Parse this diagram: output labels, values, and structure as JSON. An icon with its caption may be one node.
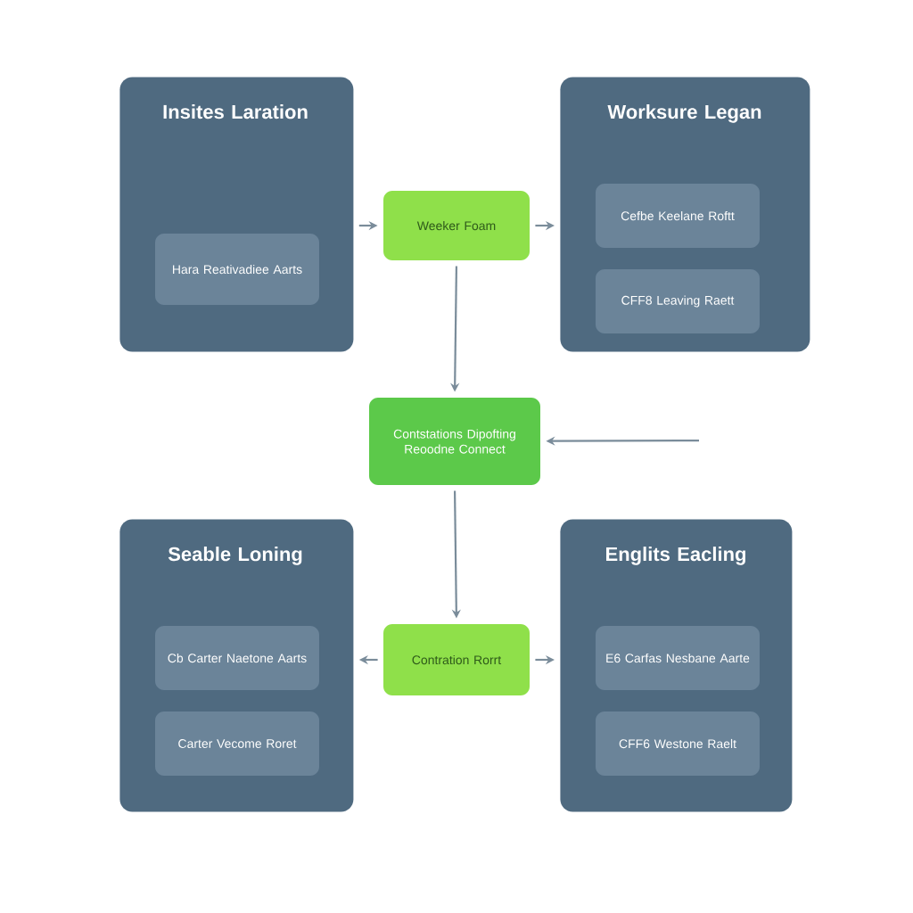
{
  "diagram": {
    "nodes": [
      {
        "text": [
          "Insites Laration"
        ]
      },
      {
        "text": [
          "Hara Reativadiee Aarts"
        ],
        "in": 0
      },
      {
        "text": [
          "Worksure Legan"
        ]
      },
      {
        "text": [
          "Cefbe Keelane Roftt"
        ],
        "in": 2
      },
      {
        "text": [
          "CFF8 Leaving Raett"
        ],
        "in": 2
      },
      {
        "text": [
          "Weeker Foam"
        ]
      },
      {
        "text": [
          "Contstations Dipofting Reoodne Connect"
        ]
      },
      {
        "text": [
          "Seable Loning"
        ]
      },
      {
        "text": [
          "Cb Carter Naetone Aarts"
        ],
        "in": 7
      },
      {
        "text": [
          "Carter Vecome Roret"
        ],
        "in": 7
      },
      {
        "text": [
          "Englits Eacling"
        ]
      },
      {
        "text": [
          "E6 Carfas Nesbane Aarte"
        ],
        "in": 10
      },
      {
        "text": [
          "CFF6 Westone Raelt"
        ],
        "in": 10
      },
      {
        "text": [
          "Contration Rorrt"
        ]
      }
    ],
    "edges": [
      {
        "from": 0,
        "to": 5,
        "arrow": "to"
      },
      {
        "from": 5,
        "to": 2,
        "arrow": "to"
      },
      {
        "from": 5,
        "to": 6,
        "arrow": "to"
      },
      {
        "from": null,
        "to": 6,
        "arrow": "to"
      },
      {
        "from": 6,
        "to": 13,
        "arrow": "to"
      },
      {
        "from": 13,
        "to": 7,
        "arrow": "to"
      },
      {
        "from": 13,
        "to": 10,
        "arrow": "to"
      }
    ]
  }
}
